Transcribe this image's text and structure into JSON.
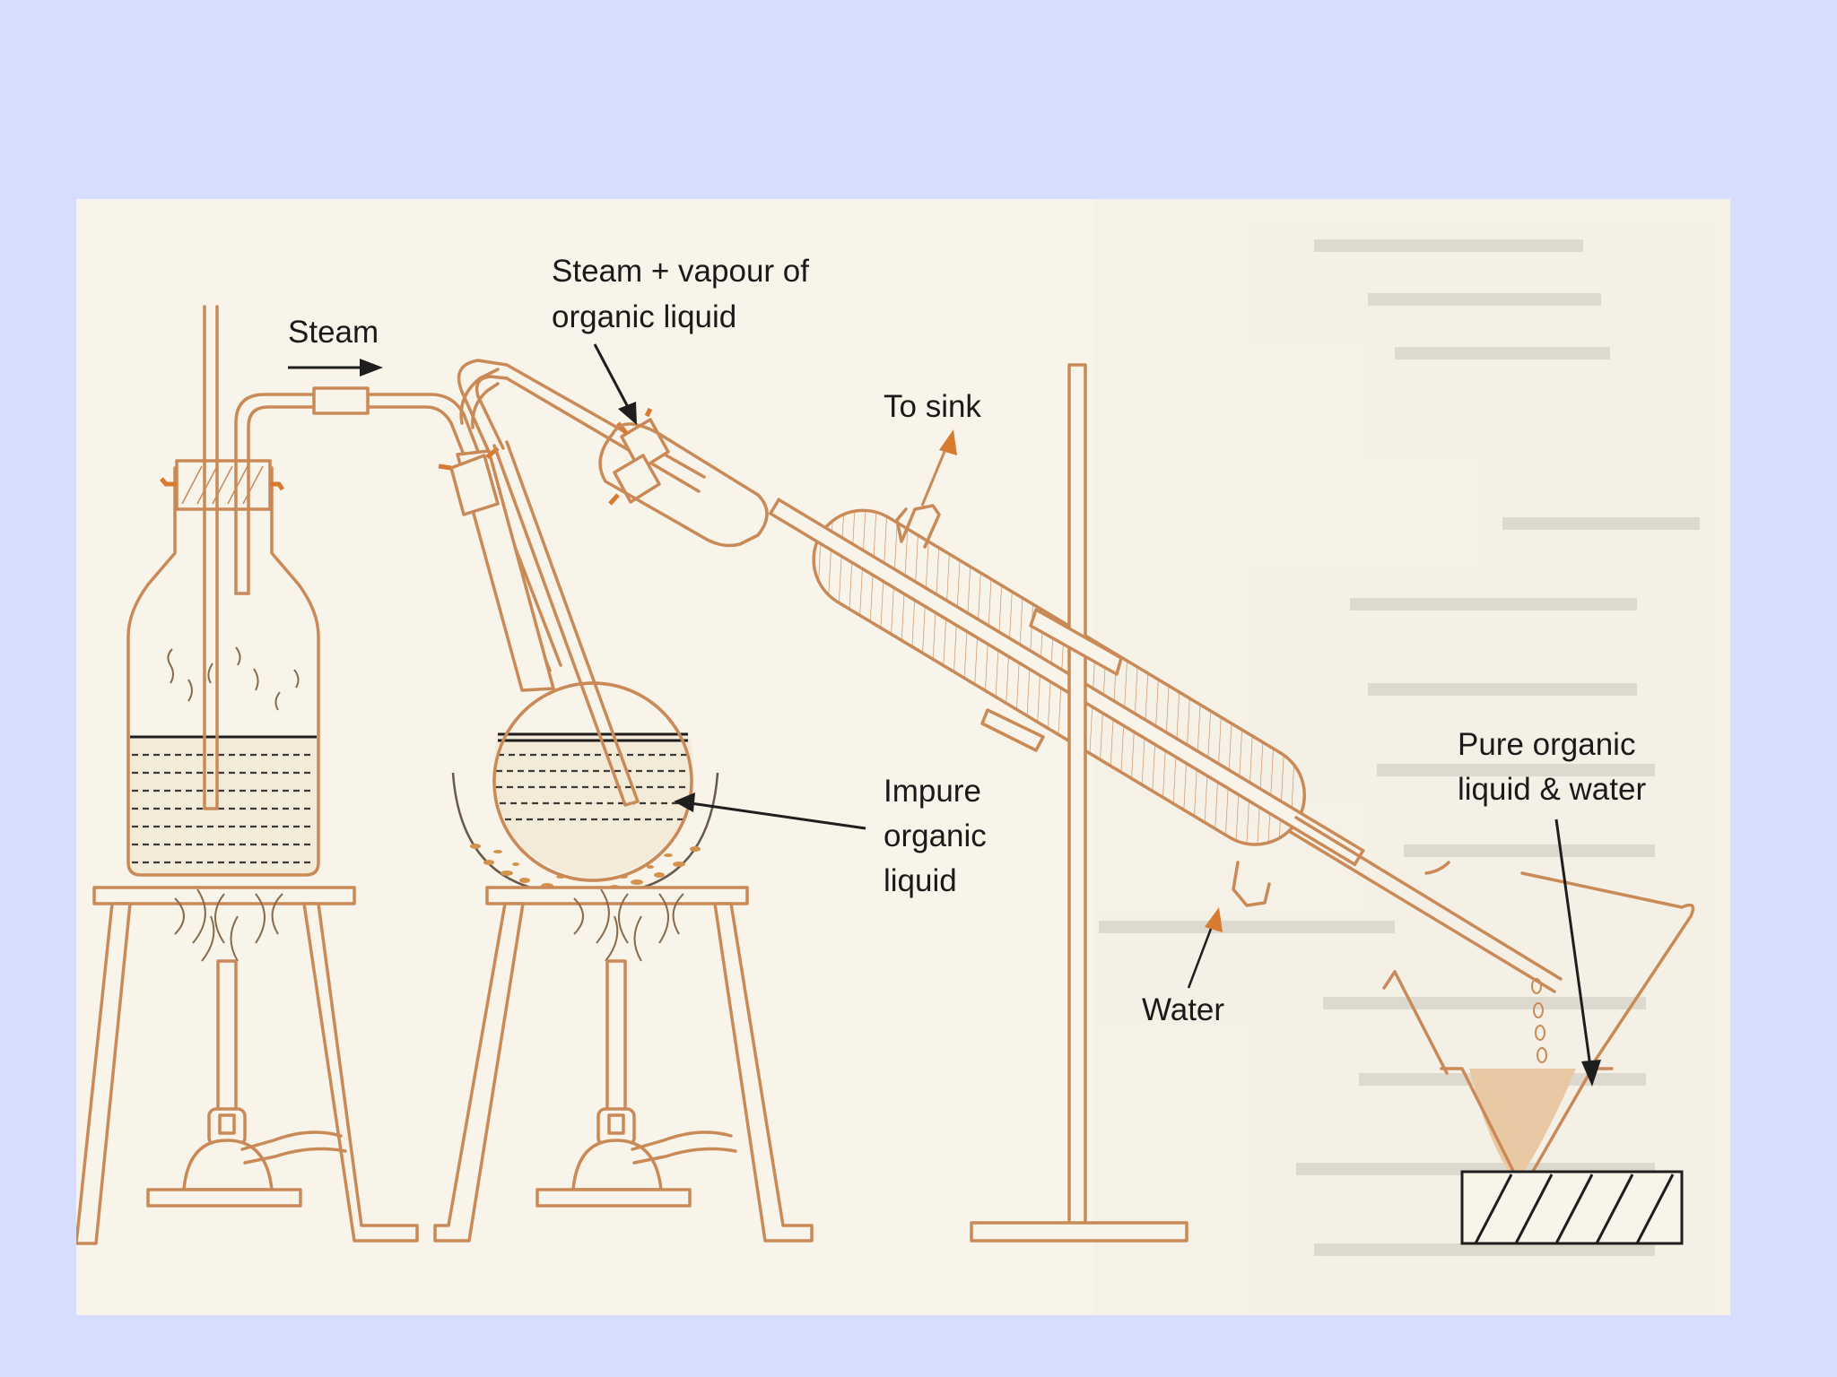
{
  "labels": {
    "steam": "Steam",
    "steam_vapour_line1": "Steam + vapour of",
    "steam_vapour_line2": "organic liquid",
    "to_sink": "To sink",
    "impure_line1": "Impure",
    "impure_line2": "organic",
    "impure_line3": "liquid",
    "pure_line1": "Pure organic",
    "pure_line2": "liquid & water",
    "water": "Water"
  },
  "colors": {
    "background": "#d7ddfe",
    "panel": "#f8f4ea",
    "apparatus_stroke": "#c98a58",
    "clamp_orange": "#d87a30",
    "liquid_fill": "#e9c9a3",
    "text": "#1a1a1a"
  }
}
